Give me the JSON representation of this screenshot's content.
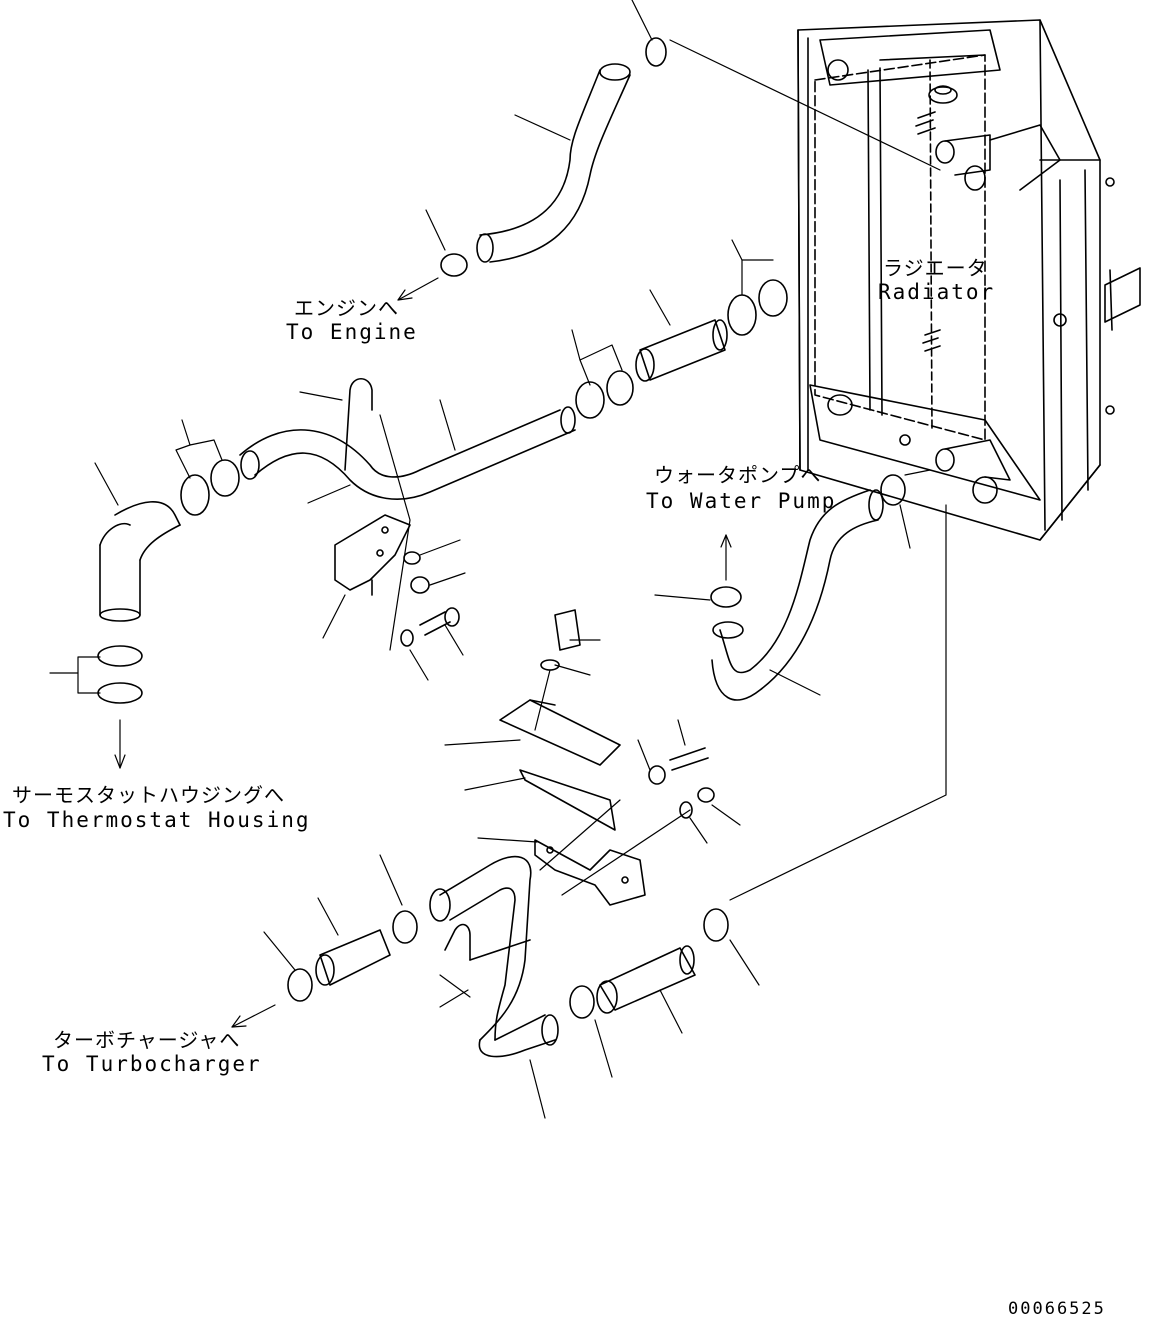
{
  "destinations": {
    "engine": {
      "jp": "エンジンへ",
      "en": "To Engine"
    },
    "radiator": {
      "jp": "ラジエータ",
      "en": "Radiator"
    },
    "water_pump": {
      "jp": "ウォータポンプへ",
      "en": "To Water Pump"
    },
    "thermostat": {
      "jp": "サーモスタットハウジングへ",
      "en": "To Thermostat Housing"
    },
    "turbocharger": {
      "jp": "ターボチャージャへ",
      "en": "To Turbocharger"
    }
  },
  "drawing_number": "00066525"
}
